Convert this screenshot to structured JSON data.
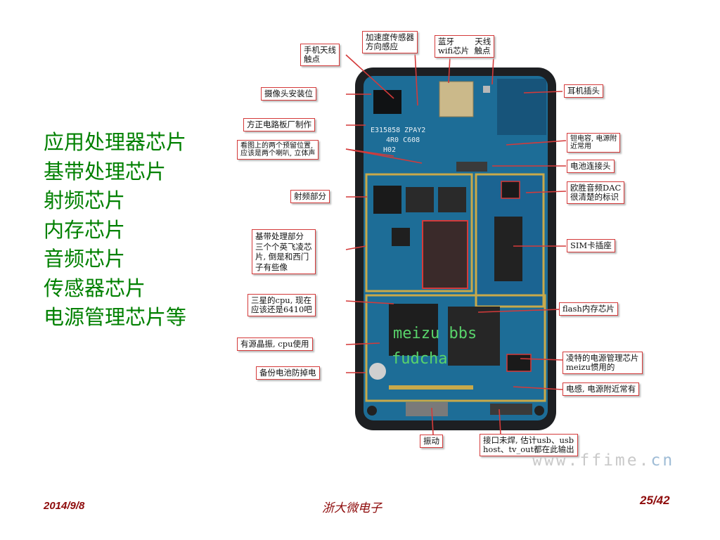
{
  "slide": {
    "bullets": [
      "应用处理器芯片",
      "基带处理芯片",
      "射频芯片",
      "内存芯片",
      "音频芯片",
      "传感器芯片",
      "电源管理芯片等"
    ],
    "footer": {
      "date": "2014/9/8",
      "center": "浙大微电子",
      "page": "25/42"
    }
  },
  "figure": {
    "callouts": [
      "手机天线\n触点",
      "加速度传感器\n方向感应",
      "蓝牙        天线\nwifi芯片  触点",
      "摄像头安装位",
      "耳机插头",
      "方正电路板厂制作",
      "看图上的两个预留位置,\n应该是两个喇叭, 立体声",
      "钽电容, 电源附\n近常用",
      "电池连接头",
      "射频部分",
      "欧胜音频DAC\n很清楚的标识",
      "基带处理部分\n三个个英飞凌芯\n片, 倒是和西门\n子有些像",
      "SIM卡插座",
      "三星的cpu, 现在\n应该还是6410吧",
      "flash内存芯片",
      "有源晶振, cpu使用",
      "凌特的电源管理芯片\nmeizu惯用的",
      "备份电池防掉电",
      "电感, 电源附近常有",
      "振动",
      "接口未焊, 估计usb、usb\nhost、tv_out都在此输出"
    ],
    "board_labels": {
      "line1": "E315858 ZPAY2",
      "line2": "4R0  C608",
      "line3": "H02"
    },
    "overlay_watermark": [
      "meizu bbs",
      "fudcha"
    ],
    "site_watermark": {
      "main": "www.ffime.",
      "tld": "cn"
    }
  }
}
